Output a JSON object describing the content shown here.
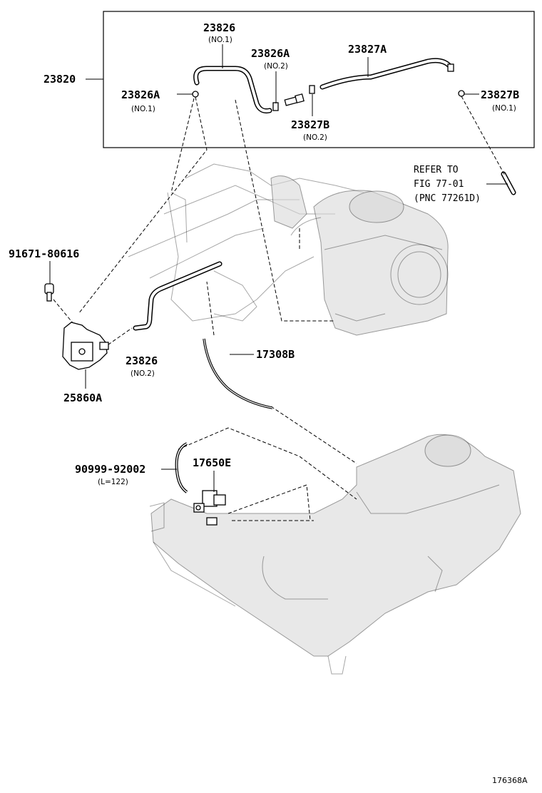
{
  "labels": {
    "l23820": "23820",
    "l23826_top": "23826",
    "l23826_top_sub": "(NO.1)",
    "l23826A_no2": "23826A",
    "l23826A_no2_sub": "(NO.2)",
    "l23827A": "23827A",
    "l23826A_no1": "23826A",
    "l23826A_no1_sub": "(NO.1)",
    "l23827B_no2": "23827B",
    "l23827B_no2_sub": "(NO.2)",
    "l23827B_no1": "23827B",
    "l23827B_no1_sub": "(NO.1)",
    "refer_line1": "REFER TO",
    "refer_line2": "FIG 77-01",
    "refer_line3": "(PNC 77261D)",
    "l91671": "91671-80616",
    "l23826_no2": "23826",
    "l23826_no2_sub": "(NO.2)",
    "l17308B": "17308B",
    "l25860A": "25860A",
    "l90999": "90999-92002",
    "l90999_sub": "(L=122)",
    "l17650E": "17650E",
    "figure_code": "176368A"
  }
}
